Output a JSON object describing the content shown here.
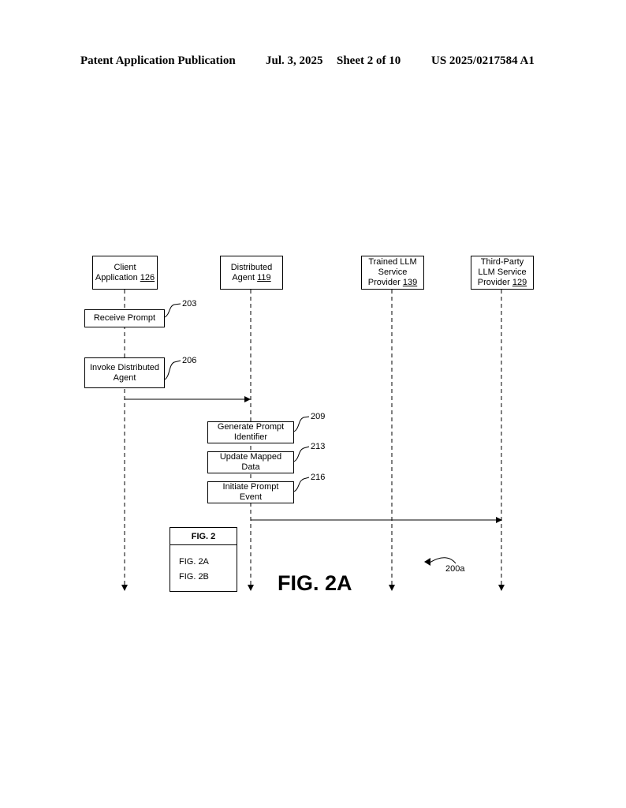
{
  "header": {
    "publication": "Patent Application Publication",
    "date": "Jul. 3, 2025",
    "sheet": "Sheet 2 of 10",
    "number": "US 2025/0217584 A1"
  },
  "lifelines": [
    {
      "line1": "Client",
      "line2_text": "Application ",
      "line2_ref": "126"
    },
    {
      "line1": "Distributed",
      "line2_text": "Agent ",
      "line2_ref": "119"
    },
    {
      "line1": "Trained LLM",
      "line2": "Service",
      "line3_text": "Provider ",
      "line3_ref": "139"
    },
    {
      "line1": "Third-Party",
      "line2": "LLM Service",
      "line3_text": "Provider ",
      "line3_ref": "129"
    }
  ],
  "steps": [
    {
      "label": "Receive Prompt",
      "ref": "203"
    },
    {
      "label_line1": "Invoke Distributed",
      "label_line2": "Agent",
      "ref": "206"
    },
    {
      "label_line1": "Generate Prompt",
      "label_line2": "Identifier",
      "ref": "209"
    },
    {
      "label_line1": "Update Mapped",
      "label_line2": "Data",
      "ref": "213"
    },
    {
      "label_line1": "Initiate Prompt",
      "label_line2": "Event",
      "ref": "216"
    }
  ],
  "legend": {
    "title": "FIG. 2",
    "item1": "FIG. 2A",
    "item2": "FIG. 2B"
  },
  "figure_label": "FIG. 2A",
  "figure_ref": "200a"
}
